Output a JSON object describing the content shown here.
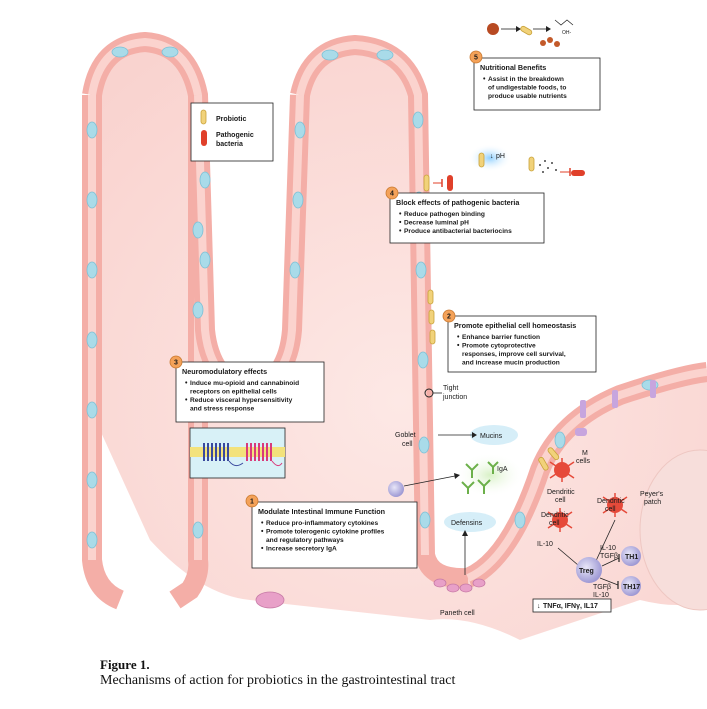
{
  "legend": {
    "probiotic": "Probiotic",
    "pathogenic_line1": "Pathogenic",
    "pathogenic_line2": "bacteria"
  },
  "boxes": [
    {
      "number": "5",
      "title": "Nutritional Benefits",
      "items": [
        "Assist in the breakdown",
        "of undigestable foods, to",
        "produce usable nutrients"
      ]
    },
    {
      "number": "4",
      "title": "Block effects of pathogenic bacteria",
      "items": [
        "Reduce pathogen binding",
        "Decrease luminal pH",
        "Produce antibacterial bacteriocins"
      ]
    },
    {
      "number": "2",
      "title": "Promote epithelial cell homeostasis",
      "items": [
        "Enhance barrier function",
        "Promote cytoprotective",
        "responses, improve cell survival,",
        "and increase mucin production"
      ]
    },
    {
      "number": "3",
      "title": "Neuromodulatory effects",
      "items": [
        "Induce mu-opioid and cannabinoid",
        "receptors on epithelial cells",
        "Reduce visceral hypersensitivity",
        "and stress response"
      ]
    },
    {
      "number": "1",
      "title": "Modulate Intestinal Immune Function",
      "items": [
        "Reduce pro-inflammatory cytokines",
        "Promote tolerogenic cytokine profiles",
        "and regulatory pathways",
        "Increase secretory IgA"
      ]
    }
  ],
  "labels": {
    "ph": "pH",
    "oh": "OH-",
    "tight_1": "Tight",
    "tight_2": "junction",
    "goblet_1": "Goblet",
    "goblet_2": "cell",
    "mucins": "Mucins",
    "iga": "IgA",
    "defensins": "Defensins",
    "paneth": "Paneth cell",
    "m_cells_1": "M",
    "m_cells_2": "cells",
    "dc1_1": "Dendritic",
    "dc1_2": "cell",
    "dc2_1": "Dendritic",
    "dc2_2": "cell",
    "dc3_1": "Dendritic",
    "dc3_2": "cell",
    "peyers_1": "Peyer's",
    "peyers_2": "patch",
    "il10_a": "IL-10",
    "il10_b": "IL-10",
    "tgfb_a": "TGFβ",
    "th1": "TH1",
    "treg": "Treg",
    "tgfb_b": "TGFβ",
    "il10_c": "IL-10",
    "th17": "TH17",
    "cytokines": "TNFα, IFNγ, IL17"
  },
  "caption": {
    "title": "Figure 1.",
    "text": "Mechanisms of action for probiotics in the gastrointestinal tract"
  },
  "colors": {
    "background_tissue": "#fbe3e0",
    "epithelium": "#f6b9b3",
    "goblet": "#a9dbe9",
    "badge": "#f4a259",
    "probiotic": "#f1d27a",
    "pathogen": "#e0402a",
    "immune_cell": "#b5b1de"
  }
}
